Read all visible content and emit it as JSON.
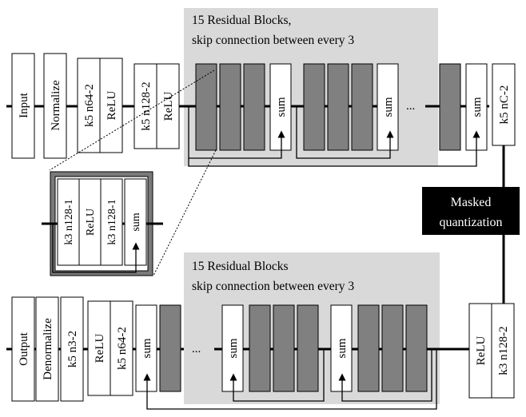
{
  "encoder": {
    "panel_title_line1": "15 Residual Blocks,",
    "panel_title_line2": "skip connection between every 3",
    "input_label": "Input",
    "normalize_label": "Normalize",
    "conv1_label": "k5 n64-2",
    "relu1_label": "ReLU",
    "conv2_label": "k5 n128-2",
    "relu2_label": "ReLU",
    "sum_label": "sum",
    "ellipsis": "...",
    "conv_out_label": "k5 nC-2"
  },
  "residual_block": {
    "conv_a_label": "k3 n128-1",
    "relu_label": "ReLU",
    "conv_b_label": "k3 n128-1",
    "sum_label": "sum"
  },
  "quantizer": {
    "line1": "Masked",
    "line2": "quantization"
  },
  "decoder": {
    "panel_title_line1": "15 Residual Blocks",
    "panel_title_line2": "skip connection between every 3",
    "output_label": "Output",
    "denormalize_label": "Denormalize",
    "conv_out_label": "k5 n3-2",
    "relu1_label": "ReLU",
    "conv1_label": "k5 n64-2",
    "sum_label": "sum",
    "ellipsis": "...",
    "relu_in_label": "ReLU",
    "conv_in_label": "k3 n128-2"
  },
  "colors": {
    "panel": "#d9d9d9",
    "block": "#808080",
    "quantizer": "#000000",
    "inset_border": "#7a7a7a"
  }
}
